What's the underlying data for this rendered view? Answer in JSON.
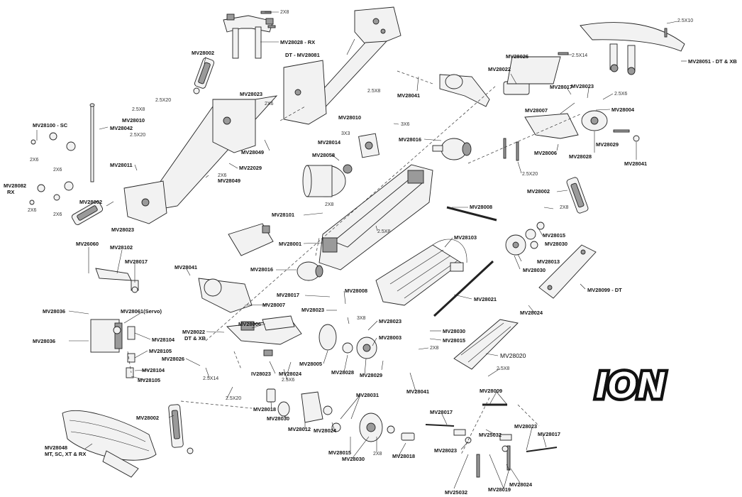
{
  "logo": {
    "text": "ION"
  },
  "labels": [
    {
      "id": "l-2x8-top",
      "text": "2X8"
    },
    {
      "id": "l-mv28028",
      "text": "MV28028 - RX"
    },
    {
      "id": "l-dt-mv28081",
      "text": "DT - MV28081"
    },
    {
      "id": "l-2-5x10",
      "text": "2.5X10"
    },
    {
      "id": "l-mv28051",
      "text": "MV28051 - DT & XB"
    },
    {
      "id": "l-mv28002-a",
      "text": "MV28002"
    },
    {
      "id": "l-mv28026-a",
      "text": "MV28026"
    },
    {
      "id": "l-2-5x14-a",
      "text": "2.5X14"
    },
    {
      "id": "l-mv28022-a",
      "text": "MV28022"
    },
    {
      "id": "l-mv28041-a",
      "text": "MV28041"
    },
    {
      "id": "l-2-5x8-a",
      "text": "2.5X8"
    },
    {
      "id": "l-mv28017-a",
      "text": "MV28017"
    },
    {
      "id": "l-mv28023-a",
      "text": "MV28023"
    },
    {
      "id": "l-2-5x6-a",
      "text": "2.5X6"
    },
    {
      "id": "l-mv28023-b",
      "text": "MV28023"
    },
    {
      "id": "l-2-5x20-a",
      "text": "2.5X20"
    },
    {
      "id": "l-2-5x8-b",
      "text": "2.5X8"
    },
    {
      "id": "l-2x6-a",
      "text": "2X6"
    },
    {
      "id": "l-mv28010-a",
      "text": "MV28010"
    },
    {
      "id": "l-mv28010-b",
      "text": "MV28010"
    },
    {
      "id": "l-3x6",
      "text": "3X6"
    },
    {
      "id": "l-mv28007-a",
      "text": "MV28007"
    },
    {
      "id": "l-mv28004",
      "text": "MV28004"
    },
    {
      "id": "l-mv28100",
      "text": "MV28100 - SC"
    },
    {
      "id": "l-mv28042",
      "text": "MV28042"
    },
    {
      "id": "l-2-5x20-b",
      "text": "2.5X20"
    },
    {
      "id": "l-3x3",
      "text": "3X3"
    },
    {
      "id": "l-mv28016-a",
      "text": "MV28016"
    },
    {
      "id": "l-mv28014",
      "text": "MV28014"
    },
    {
      "id": "l-mv28028-b",
      "text": "MV28028"
    },
    {
      "id": "l-mv28029-a",
      "text": "MV28029"
    },
    {
      "id": "l-mv28006-a",
      "text": "MV28006"
    },
    {
      "id": "l-mv28049-a",
      "text": "MV28049"
    },
    {
      "id": "l-mv28058",
      "text": "MV28058"
    },
    {
      "id": "l-mv28041-b",
      "text": "MV28041"
    },
    {
      "id": "l-2x6-b",
      "text": "2X6"
    },
    {
      "id": "l-2x6-c",
      "text": "2X6"
    },
    {
      "id": "l-mv28011",
      "text": "MV28011"
    },
    {
      "id": "l-mv22029",
      "text": "MV22029"
    },
    {
      "id": "l-2-5x20-c",
      "text": "2.5X20"
    },
    {
      "id": "l-2x6-d",
      "text": "2X6"
    },
    {
      "id": "l-mv28049-b",
      "text": "MV28049"
    },
    {
      "id": "l-mv28082",
      "text": "MV28082"
    },
    {
      "id": "l-rx",
      "text": "RX"
    },
    {
      "id": "l-mv28002-b",
      "text": "MV28002"
    },
    {
      "id": "l-2x6-e",
      "text": "2X6"
    },
    {
      "id": "l-2x6-f",
      "text": "2X6"
    },
    {
      "id": "l-mv28002-c",
      "text": "MV28002"
    },
    {
      "id": "l-2x8-b",
      "text": "2X8"
    },
    {
      "id": "l-mv28008-a",
      "text": "MV28008"
    },
    {
      "id": "l-2x8-c",
      "text": "2X8"
    },
    {
      "id": "l-mv28015-a",
      "text": "MV28015"
    },
    {
      "id": "l-mv28101",
      "text": "MV28101"
    },
    {
      "id": "l-2-5x8-c",
      "text": "2.5X8"
    },
    {
      "id": "l-mv28023-c",
      "text": "MV28023"
    },
    {
      "id": "l-mv28030-a",
      "text": "MV28030"
    },
    {
      "id": "l-mv28103",
      "text": "MV28103"
    },
    {
      "id": "l-mv28001",
      "text": "MV28001"
    },
    {
      "id": "l-mv26060",
      "text": "MV26060"
    },
    {
      "id": "l-mv28102",
      "text": "MV28102"
    },
    {
      "id": "l-mv28013",
      "text": "MV28013"
    },
    {
      "id": "l-mv28017-b",
      "text": "MV28017"
    },
    {
      "id": "l-mv28041-c",
      "text": "MV28041"
    },
    {
      "id": "l-mv28030-b",
      "text": "MV28030"
    },
    {
      "id": "l-mv28016-b",
      "text": "MV28016"
    },
    {
      "id": "l-mv28099",
      "text": "MV28099 - DT"
    },
    {
      "id": "l-mv28017-c",
      "text": "MV28017"
    },
    {
      "id": "l-mv28008-b",
      "text": "MV28008"
    },
    {
      "id": "l-mv28021",
      "text": "MV28021"
    },
    {
      "id": "l-mv28007-b",
      "text": "MV28007"
    },
    {
      "id": "l-mv28036-a",
      "text": "MV28036"
    },
    {
      "id": "l-mv28061",
      "text": "MV28061(Servo)"
    },
    {
      "id": "l-mv28023-d",
      "text": "MV28023"
    },
    {
      "id": "l-mv28024-a",
      "text": "MV28024"
    },
    {
      "id": "l-3x8",
      "text": "3X8"
    },
    {
      "id": "l-mv28023-e",
      "text": "MV28023"
    },
    {
      "id": "l-mv28006-b",
      "text": "MV28006"
    },
    {
      "id": "l-mv28030-c",
      "text": "MV28030"
    },
    {
      "id": "l-mv28022-b",
      "text": "MV28022"
    },
    {
      "id": "l-dt-xb",
      "text": "DT & XB"
    },
    {
      "id": "l-mv28003",
      "text": "MV28003"
    },
    {
      "id": "l-mv28036-b",
      "text": "MV28036"
    },
    {
      "id": "l-mv28104-a",
      "text": "MV28104"
    },
    {
      "id": "l-mv28015-b",
      "text": "MV28015"
    },
    {
      "id": "l-2x8-d",
      "text": "2X8"
    },
    {
      "id": "l-mv28105-a",
      "text": "MV28105"
    },
    {
      "id": "l-mv28026-b",
      "text": "MV28026"
    },
    {
      "id": "l-mv28020",
      "text": "MV28020"
    },
    {
      "id": "l-mv28005",
      "text": "MV28005"
    },
    {
      "id": "l-mv28104-b",
      "text": "MV28104"
    },
    {
      "id": "l-iv28023",
      "text": "IV28023"
    },
    {
      "id": "l-mv28024-b",
      "text": "MV28024"
    },
    {
      "id": "l-mv28028-c",
      "text": "MV28028"
    },
    {
      "id": "l-mv28029-b",
      "text": "MV28029"
    },
    {
      "id": "l-2-5x8-d",
      "text": "2.5X8"
    },
    {
      "id": "l-mv28105-b",
      "text": "MV28105"
    },
    {
      "id": "l-2-5x14-b",
      "text": "2.5X14"
    },
    {
      "id": "l-2-5x6-b",
      "text": "2.5X6"
    },
    {
      "id": "l-mv28041-d",
      "text": "MV28041"
    },
    {
      "id": "l-mv28009",
      "text": "MV28009"
    },
    {
      "id": "l-2-5x20-d",
      "text": "2.5X20"
    },
    {
      "id": "l-mv28031",
      "text": "MV28031"
    },
    {
      "id": "l-mv28018-a",
      "text": "MV28018"
    },
    {
      "id": "l-mv28030-d",
      "text": "MV28030"
    },
    {
      "id": "l-mv28017-d",
      "text": "MV28017"
    },
    {
      "id": "l-mv28002-d",
      "text": "MV28002"
    },
    {
      "id": "l-mv28012",
      "text": "MV28012"
    },
    {
      "id": "l-mv28024-c",
      "text": "MV28024"
    },
    {
      "id": "l-mv28023-f",
      "text": "MV28023"
    },
    {
      "id": "l-mv28017-e",
      "text": "MV28017"
    },
    {
      "id": "l-mv25032-a",
      "text": "MV25032"
    },
    {
      "id": "l-mv28048",
      "text": "MV28048"
    },
    {
      "id": "l-mt-sc",
      "text": "MT, SC, XT & RX"
    },
    {
      "id": "l-mv28015-c",
      "text": "MV28015"
    },
    {
      "id": "l-2x8-e",
      "text": "2X8"
    },
    {
      "id": "l-mv28030-e",
      "text": "MV28030"
    },
    {
      "id": "l-mv28018-b",
      "text": "MV28018"
    },
    {
      "id": "l-mv28023-g",
      "text": "MV28023"
    },
    {
      "id": "l-mv28024-d",
      "text": "MV28024"
    },
    {
      "id": "l-mv25032-b",
      "text": "MV25032"
    },
    {
      "id": "l-mv28019",
      "text": "MV28019"
    }
  ]
}
